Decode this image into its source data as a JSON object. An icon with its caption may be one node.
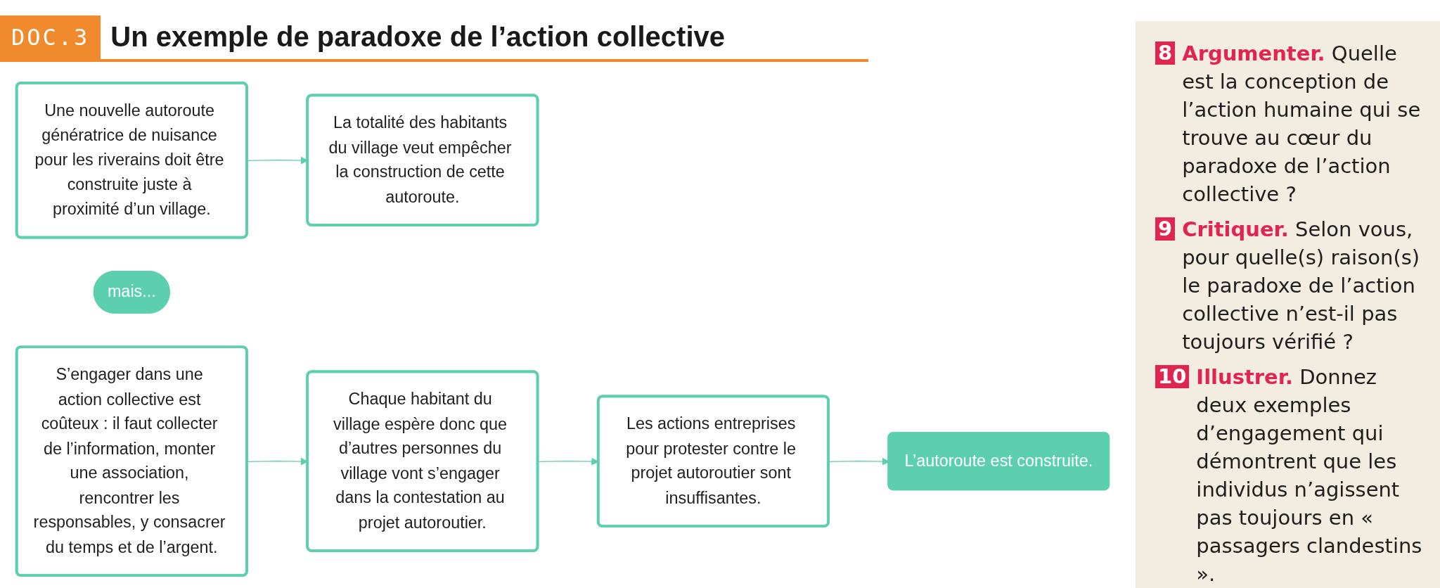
{
  "diagram": {
    "title": "Un exemple de paradoxe de l’action collective",
    "nodes": [
      {
        "text": [
          "Une nouvelle autoroute génératrice de nuisance pour les riverains doit être construite juste à proximité d’un village."
        ]
      },
      {
        "text": [
          "La totalité des habitants du village veut empêcher la construction de cette autoroute."
        ]
      },
      {
        "text": [
          "mais..."
        ]
      },
      {
        "text": [
          "S’engager dans une action collective est coûteux : il faut collecter de l’information, monter une association, rencontrer les responsables, y consacrer du temps et de l’argent."
        ]
      },
      {
        "text": [
          "Chaque habitant du village espère donc que d’autres personnes du village vont s’engager dans la contestation au projet autoroutier."
        ]
      },
      {
        "text": [
          "Les actions entreprises pour protester contre le projet autoroutier sont insuffisantes."
        ]
      },
      {
        "text": [
          "L’autoroute est construite."
        ]
      }
    ],
    "edges": [
      {
        "from": 0,
        "to": 1,
        "arrow": "to"
      },
      {
        "from": 3,
        "to": 4,
        "arrow": "to"
      },
      {
        "from": 4,
        "to": 5,
        "arrow": "to"
      },
      {
        "from": 5,
        "to": 6,
        "arrow": "to"
      }
    ],
    "labels": [
      "DOC.3",
      "8",
      "**Argumenter.** Quelle est la conception de l’action humaine qui se trouve au cœur du paradoxe de l’action collective ?",
      "9",
      "**Critiquer.** Selon vous, pour quelle(s) raison(s) le paradoxe de l’action collective n’est-il pas toujours vérifié ?",
      "10",
      "**Illustrer.** Donnez deux exemples d’engagement qui démontrent que les individus n’agissent pas toujours en « passagers clandestins »."
    ]
  }
}
